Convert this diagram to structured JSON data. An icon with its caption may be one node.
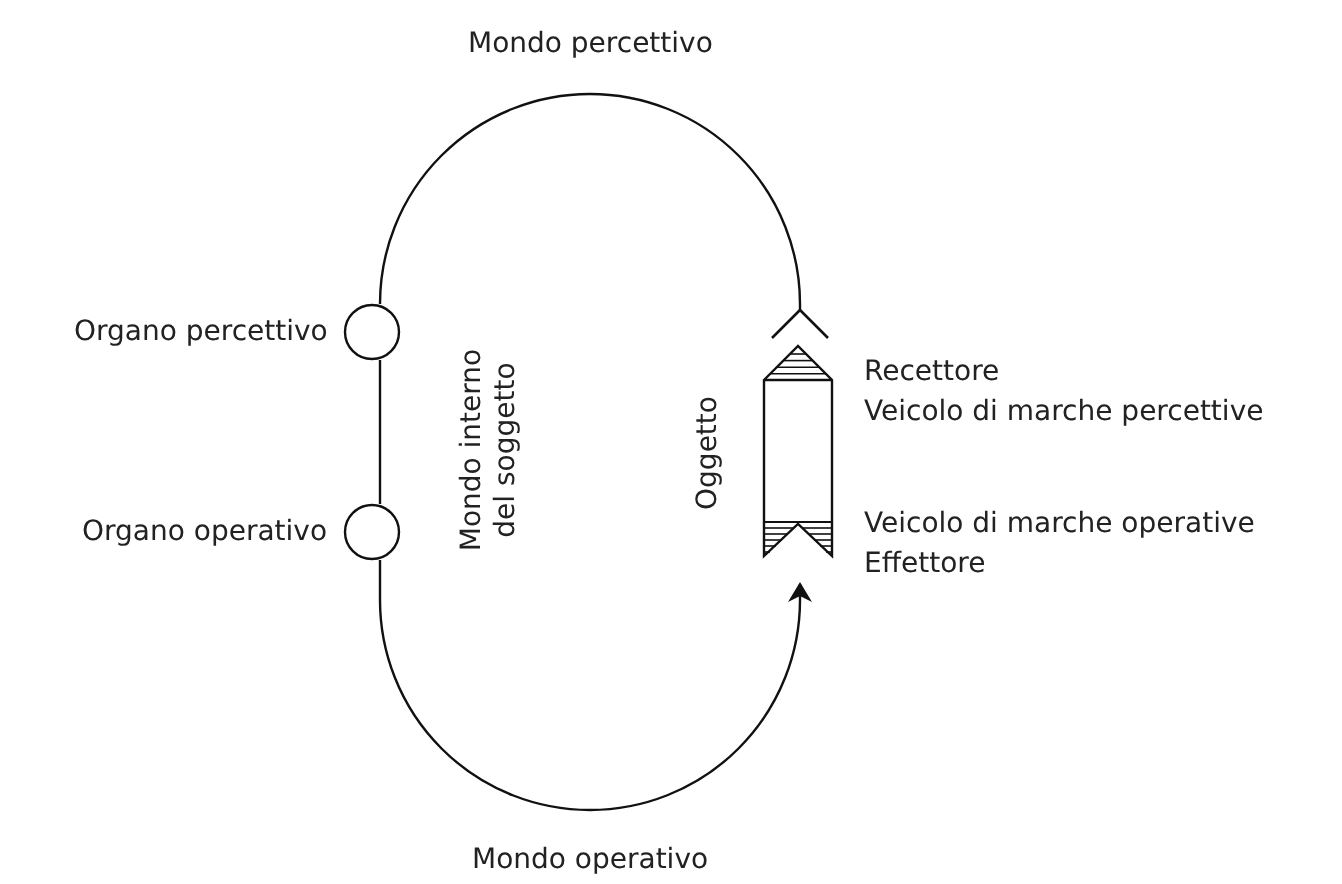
{
  "diagram": {
    "nodes": [
      {
        "text": [
          "Organo percettivo"
        ]
      },
      {
        "text": [
          "Organo operativo"
        ]
      },
      {
        "text": [
          "Oggetto"
        ]
      }
    ],
    "edges": [
      {
        "from": 0,
        "to": 2,
        "arrow": "other",
        "label": "Mondo percettivo"
      },
      {
        "from": 1,
        "to": 2,
        "arrow": "to",
        "label": "Mondo operativo"
      },
      {
        "from": 0,
        "to": 1,
        "arrow": "none"
      }
    ],
    "labels": [
      "Mondo interno del soggetto",
      "Recettore",
      "Veicolo di marche percettive",
      "Veicolo di marche operative",
      "Effettore"
    ]
  }
}
